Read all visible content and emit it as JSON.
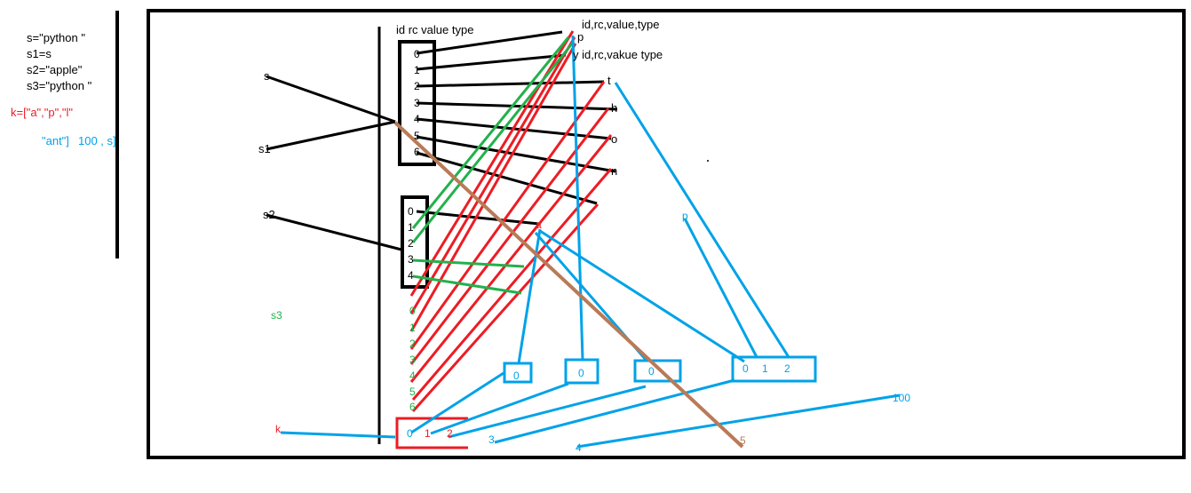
{
  "colors": {
    "black": "#000000",
    "red": "#ed1c24",
    "blue": "#00a2e8",
    "green": "#22b14c",
    "brown": "#b97a57"
  },
  "code": {
    "line1": "s=\"python \"",
    "line2": "s1=s",
    "line3": "s2=\"apple\"",
    "line4": "s3=\"python \"",
    "line5": "k=[\"a\",\"p\",\"l\"",
    "line6_a": "\"ant\"]",
    "line6_b": "100 , s]"
  },
  "headers": {
    "main": "id rc value type",
    "top_right": "id,rc,value,type",
    "second_right": "y id,rc,vakue type"
  },
  "variables": {
    "s": "s",
    "s1": "s1",
    "s2": "s2",
    "s3": "s3",
    "k": "k"
  },
  "python_indices": [
    "0",
    "1",
    "2",
    "3",
    "4",
    "5",
    "6"
  ],
  "apple_indices": [
    "0",
    "1",
    "2",
    "3",
    "4"
  ],
  "green_indices": [
    "0",
    "1",
    "2",
    "3",
    "4",
    "5",
    "6"
  ],
  "letters": [
    "p",
    "t",
    "h",
    "o",
    "n",
    "a"
  ],
  "nested_list_label": "p",
  "list_cells": [
    "0",
    "0",
    "0"
  ],
  "nested_cells": [
    "0",
    "1",
    "2"
  ],
  "k_cells": [
    "0",
    "1",
    "2"
  ],
  "k_extra": [
    "3",
    "4",
    "5"
  ],
  "number_100": "100"
}
